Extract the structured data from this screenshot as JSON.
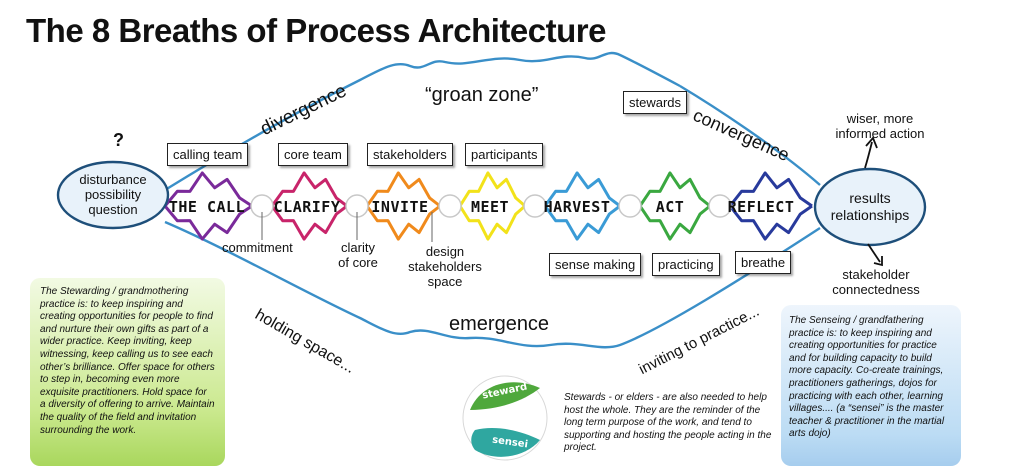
{
  "title": "The 8 Breaths of Process Architecture",
  "question_mark": "?",
  "start_oval": [
    "disturbance",
    "possibility",
    "question"
  ],
  "end_oval": [
    "results",
    "relationships"
  ],
  "steps": [
    "THE CALL",
    "CLARIFY",
    "INVITE",
    "MEET",
    "HARVEST",
    "ACT",
    "REFLECT"
  ],
  "top_tags": {
    "calling_team": "calling team",
    "core_team": "core team",
    "stakeholders": "stakeholders",
    "participants": "participants",
    "stewards": "stewards"
  },
  "bottom_tags": {
    "sense_making": "sense making",
    "practicing": "practicing",
    "breathe": "breathe"
  },
  "bottom_labels": {
    "commitment": "commitment",
    "clarity": [
      "clarity",
      "of core"
    ],
    "design": [
      "design",
      "stakeholders",
      "space"
    ]
  },
  "arc_labels": {
    "divergence": "divergence",
    "groan_zone": "“groan zone”",
    "convergence": "convergence",
    "holding_space": "holding space...",
    "emergence": "emergence",
    "inviting": "inviting to practice..."
  },
  "outcomes": {
    "wiser": [
      "wiser, more",
      "informed action"
    ],
    "stakeholder": [
      "stakeholder",
      "connectedness"
    ]
  },
  "logo": {
    "top": "steward",
    "bottom": "sensei"
  },
  "left_panel": "The Stewarding / grandmothering practice is:  to keep inspiring and creating opportunities for people to find and nurture their own gifts as part of a wider practice.  Keep inviting, keep witnessing, keep calling us to see each other’s brilliance.  Offer space for others to step in, becoming even more exquisite practitioners.  Hold space for a diversity of offering to arrive. Maintain the quality of the field and invitation surrounding the work.",
  "right_panel": "The Senseing / grandfathering practice is:  to keep inspiring and creating opportunities for practice and for building capacity to build more capacity. Co-create trainings, practitioners gatherings, dojos for practicing with each other, learning villages....  (a “sensei” is the master teacher & practitioner in the martial arts dojo)",
  "center_note": "Stewards - or elders - are also needed to help host the whole. They are the reminder of the long term purpose of the work, and tend to supporting and hosting the people acting in the project.",
  "colors": {
    "call": "#7a2a9a",
    "clarify": "#c8246a",
    "invite": "#f08a1c",
    "meet": "#f2e21a",
    "harvest": "#3a9bd6",
    "act": "#3aa840",
    "reflect": "#283a9c",
    "oval_fill": "#e8f2fa",
    "oval_stroke": "#1e4f7a",
    "logo_green": "#4fa83c",
    "logo_teal": "#2fa7a0"
  }
}
